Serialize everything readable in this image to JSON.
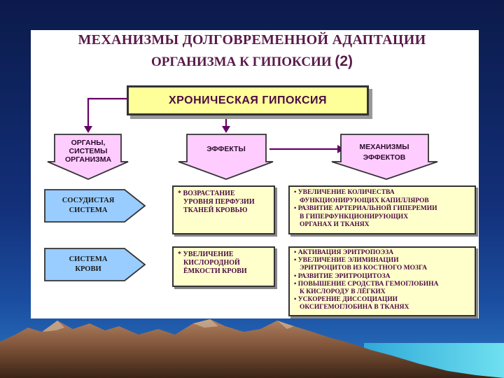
{
  "title": {
    "line1": "МЕХАНИЗМЫ ДОЛГОВРЕМЕННОЙ АДАПТАЦИИ",
    "line2": "ОРГАНИЗМА К ГИПОКСИИ",
    "number": "(2)"
  },
  "main": "ХРОНИЧЕСКАЯ ГИПОКСИЯ",
  "headers": {
    "organs": [
      "ОРГАНЫ,",
      "СИСТЕМЫ",
      "ОРГАНИЗМА"
    ],
    "effects": "ЭФФЕКТЫ",
    "mechanisms": [
      "МЕХАНИЗМЫ",
      "ЭФФЕКТОВ"
    ]
  },
  "rows": [
    {
      "system": [
        "СОСУДИСТАЯ",
        "СИСТЕМА"
      ],
      "effect": [
        "*  ВОЗРАСТАНИЕ",
        "УРОВНЯ ПЕРФУЗИИ",
        "ТКАНЕЙ КРОВЬЮ"
      ],
      "mechanisms": [
        "УВЕЛИЧЕНИЕ КОЛИЧЕСТВА",
        "ФУНКЦИОНИРУЮЩИХ КАПИЛЛЯРОВ",
        "РАЗВИТИЕ АРТЕРИАЛЬНОЙ ГИПЕРЕМИИ",
        "В ГИПЕРФУНКЦИОНИРУЮЩИХ",
        "ОРГАНАХ И ТКАНЯХ"
      ]
    },
    {
      "system": [
        "СИСТЕМА",
        "КРОВИ"
      ],
      "effect": [
        "* УВЕЛИЧЕНИЕ",
        "КИСЛОРОДНОЙ",
        "ЁМКОСТИ КРОВИ"
      ],
      "mechanisms": [
        "АКТИВАЦИЯ  ЭРИТРОПОЭЗА",
        "УВЕЛИЧЕНИЕ  ЭЛИМИНАЦИИ",
        "ЭРИТРОЦИТОВ  ИЗ  КОСТНОГО  МОЗГА",
        "РАЗВИТИЕ   ЭРИТРОЦИТОЗА",
        "ПОВЫШЕНИЕ  СРОДСТВА  ГЕМОГЛОБИНА",
        "К КИСЛОРОДУ  В ЛЁГКИХ",
        "УСКОРЕНИЕ   ДИССОЦИАЦИИ",
        "ОКСИГЕМОГЛОБИНА   В  ТКАНЯХ"
      ]
    }
  ],
  "colors": {
    "title": "#5a1a4a",
    "pentagon_fill": "#ffccff",
    "blue_arrow_fill": "#99ccff",
    "box_fill": "#ffffcc",
    "main_fill": "#ffff99",
    "connector": "#660066"
  }
}
